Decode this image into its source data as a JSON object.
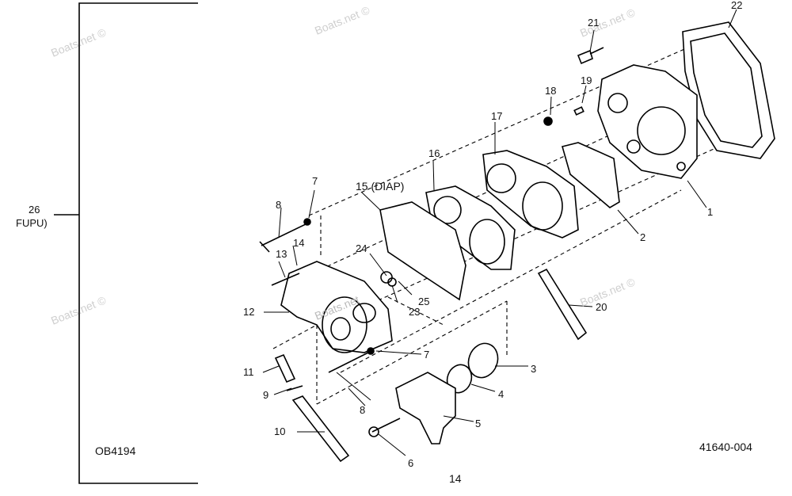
{
  "watermark": "Boats.net ©",
  "watermark_overlay": "Boats.net",
  "assembly_label": {
    "number": "26",
    "name": "FUPU)"
  },
  "figure_code": "OB4194",
  "drawing_number": "41640-004",
  "footer_number": "14",
  "callouts": {
    "c1": "1",
    "c2": "2",
    "c3": "3",
    "c4": "4",
    "c5": "5",
    "c6": "6",
    "c7a": "7",
    "c7b": "7",
    "c8a": "8",
    "c8b": "8",
    "c9": "9",
    "c10": "10",
    "c11": "11",
    "c12": "12",
    "c13": "13",
    "c14": "14",
    "c15": "15 (DIAP)",
    "c16": "16",
    "c17": "17",
    "c18": "18",
    "c19": "19",
    "c20": "20",
    "c21": "21",
    "c22": "22",
    "c23": "23",
    "c24": "24",
    "c25": "25"
  }
}
